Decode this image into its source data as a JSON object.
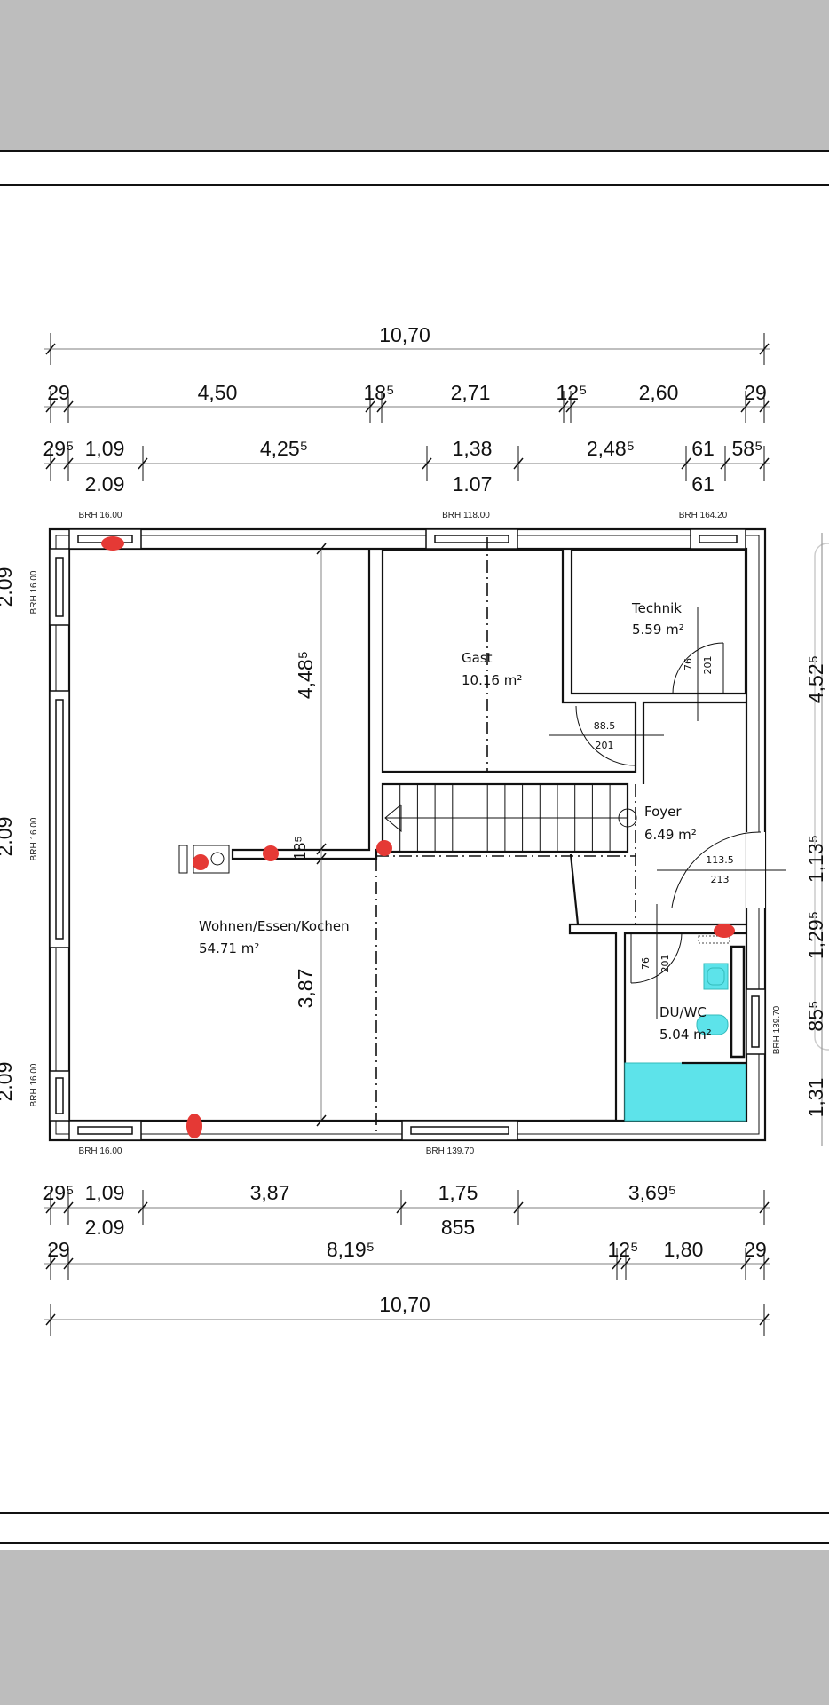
{
  "plan": {
    "top_dims": {
      "overall": "10,70",
      "row2": [
        "29",
        "4,50",
        "18⁵",
        "2,71",
        "12⁵",
        "2,60",
        "29"
      ],
      "row3": [
        "29⁵",
        "1,09",
        "4,25⁵",
        "1,38",
        "2,48⁵",
        "61",
        "58⁵"
      ],
      "row3_below": [
        "2.09",
        "1.07",
        "61"
      ]
    },
    "bottom_dims": {
      "rowA": [
        "29⁵",
        "1,09",
        "3,87",
        "1,75",
        "3,69⁵"
      ],
      "rowA_below": [
        "2.09",
        "855"
      ],
      "rowB": [
        "29",
        "8,19⁵",
        "12⁵",
        "1,80",
        "29"
      ],
      "overall": "10,70"
    },
    "right_dims": [
      "4,52⁵",
      "1,13⁵",
      "1,29⁵",
      "85⁵",
      "1,31"
    ],
    "left_dims": [
      "2.09",
      "2.09",
      "2.09"
    ],
    "brh": {
      "top": [
        "BRH 16.00",
        "BRH 118.00",
        "BRH 164.20"
      ],
      "bottom": [
        "BRH 16.00",
        "BRH 139.70"
      ],
      "left": [
        "BRH 16.00",
        "BRH 16.00",
        "BRH 16.00"
      ],
      "right": [
        "BRH 139.70"
      ]
    },
    "inner_dims": {
      "upper": "4,48⁵",
      "wall": "18⁵",
      "lower": "3,87"
    },
    "rooms": [
      {
        "name": "Wohnen/Essen/Kochen",
        "area": "54.71 m²"
      },
      {
        "name": "Gast",
        "area": "10.16 m²"
      },
      {
        "name": "Technik",
        "area": "5.59 m²"
      },
      {
        "name": "Foyer",
        "area": "6.49 m²"
      },
      {
        "name": "DU/WC",
        "area": "5.04 m²"
      }
    ],
    "doors": [
      {
        "width": "88.5",
        "height": "201"
      },
      {
        "width": "76",
        "height": "201"
      },
      {
        "width": "113.5",
        "height": "213"
      },
      {
        "width": "76",
        "height": "201"
      }
    ],
    "colors": {
      "marker": "#e53935",
      "sanitary": "#5de3ea",
      "chrome": "#bdbdbd"
    }
  }
}
